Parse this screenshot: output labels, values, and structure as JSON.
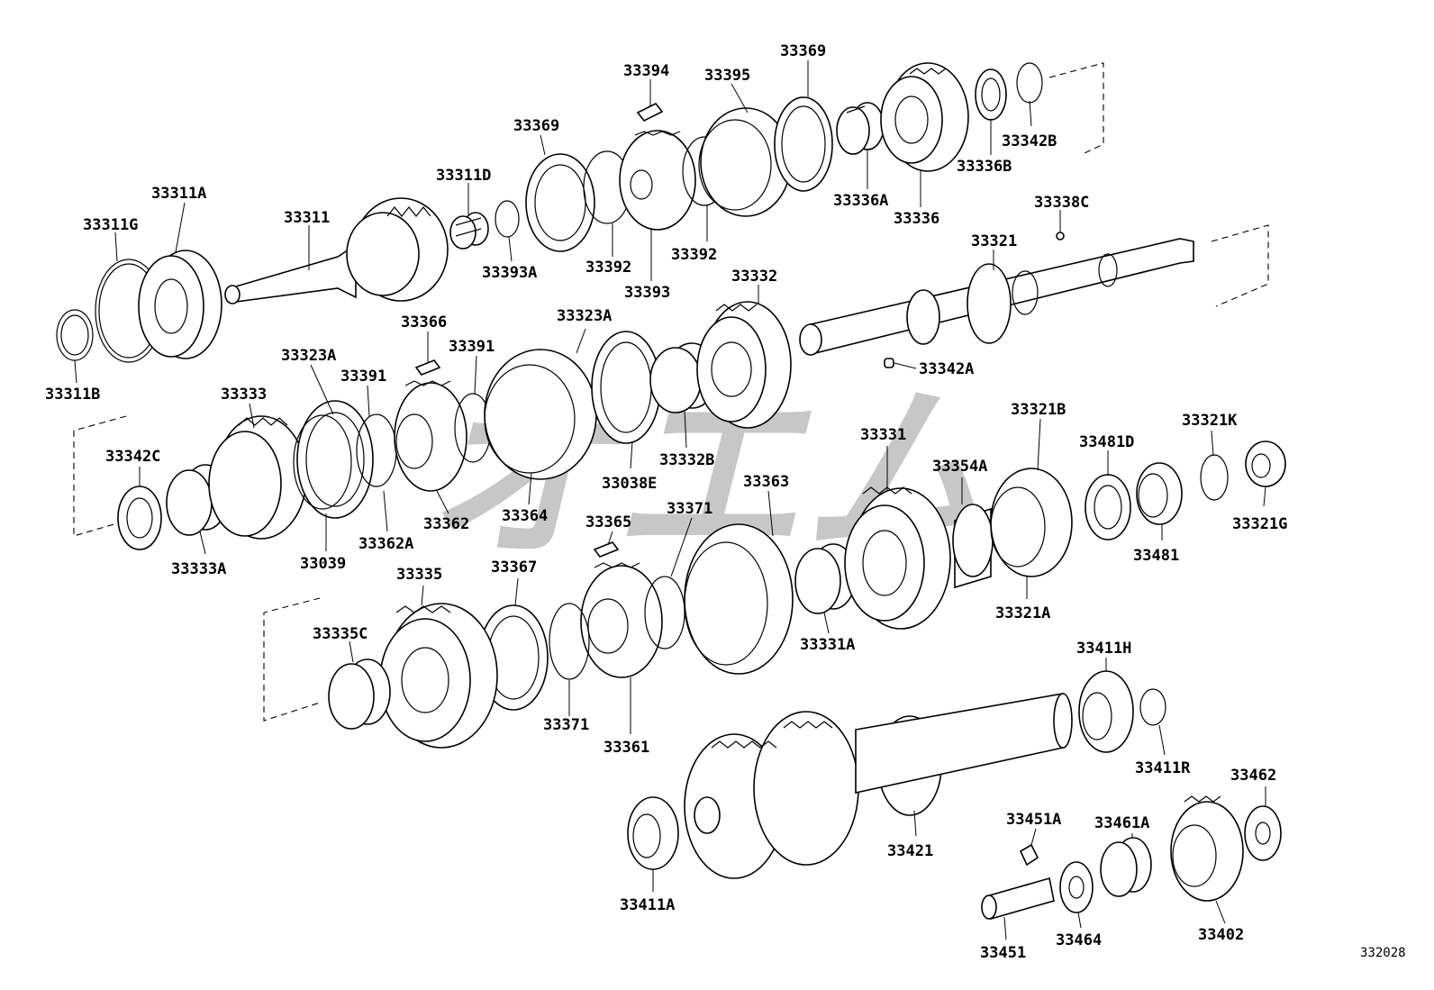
{
  "diagram": {
    "figure_number": "332028",
    "watermark": "オエム",
    "parts": {
      "p33394": "33394",
      "p33395": "33395",
      "p33369a": "33369",
      "p33369b": "33369",
      "p33342B": "33342B",
      "p33336B": "33336B",
      "p33336A": "33336A",
      "p33336": "33336",
      "p33311D": "33311D",
      "p33311A": "33311A",
      "p33311G": "33311G",
      "p33311": "33311",
      "p33393A": "33393A",
      "p33392a": "33392",
      "p33392b": "33392",
      "p33393": "33393",
      "p33338C": "33338C",
      "p33321": "33321",
      "p33332": "33332",
      "p33323Aa": "33323A",
      "p33366": "33366",
      "p33391a": "33391",
      "p33323Ab": "33323A",
      "p33391b": "33391",
      "p33311B": "33311B",
      "p33342A": "33342A",
      "p33333": "33333",
      "p33342C": "33342C",
      "p33333A": "33333A",
      "p33039": "33039",
      "p33362A": "33362A",
      "p33362": "33362",
      "p33364": "33364",
      "p33038E": "33038E",
      "p33332B": "33332B",
      "p33331": "33331",
      "p33321B": "33321B",
      "p33481D": "33481D",
      "p33321K": "33321K",
      "p33354A": "33354A",
      "p33363": "33363",
      "p33365": "33365",
      "p33371a": "33371",
      "p33321G": "33321G",
      "p33481": "33481",
      "p33321A": "33321A",
      "p33335": "33335",
      "p33367": "33367",
      "p33335C": "33335C",
      "p33331A": "33331A",
      "p33411H": "33411H",
      "p33371b": "33371",
      "p33361": "33361",
      "p33411R": "33411R",
      "p33462": "33462",
      "p33451A": "33451A",
      "p33461A": "33461A",
      "p33421": "33421",
      "p33411A": "33411A",
      "p33451": "33451",
      "p33464": "33464",
      "p33402": "33402"
    }
  }
}
